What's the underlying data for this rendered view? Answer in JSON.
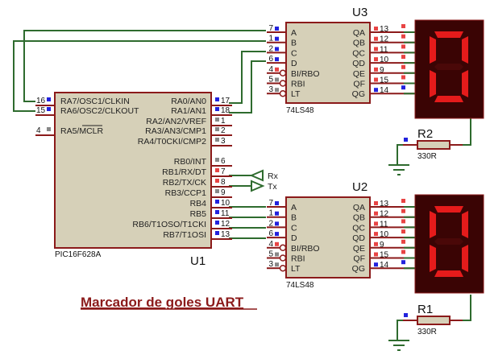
{
  "title": "Marcador de goles UART",
  "mcu": {
    "ref": "U1",
    "part": "PIC16F628A",
    "left_pins": [
      {
        "num": "16",
        "name": "RA7/OSC1/CLKIN",
        "state": "blue"
      },
      {
        "num": "15",
        "name": "RA6/OSC2/CLKOUT",
        "state": "blue"
      },
      {
        "num": "4",
        "name": "RA5/MCLR",
        "state": "gray"
      }
    ],
    "right_pins": [
      {
        "num": "17",
        "name": "RA0/AN0",
        "state": "blue"
      },
      {
        "num": "18",
        "name": "RA1/AN1",
        "state": "blue"
      },
      {
        "num": "1",
        "name": "RA2/AN2/VREF",
        "state": "gray"
      },
      {
        "num": "2",
        "name": "RA3/AN3/CMP1",
        "state": "gray"
      },
      {
        "num": "3",
        "name": "RA4/T0CKI/CMP2",
        "state": "gray"
      },
      {
        "num": "6",
        "name": "RB0/INT",
        "state": "gray"
      },
      {
        "num": "7",
        "name": "RB1/RX/DT",
        "state": "red"
      },
      {
        "num": "8",
        "name": "RB2/TX/CK",
        "state": "red"
      },
      {
        "num": "9",
        "name": "RB3/CCP1",
        "state": "gray"
      },
      {
        "num": "10",
        "name": "RB4",
        "state": "blue"
      },
      {
        "num": "11",
        "name": "RB5",
        "state": "blue"
      },
      {
        "num": "12",
        "name": "RB6/T1OSO/T1CKI",
        "state": "blue"
      },
      {
        "num": "13",
        "name": "RB7/T1OSI",
        "state": "blue"
      }
    ]
  },
  "terminals": {
    "rx": "Rx",
    "tx": "Tx"
  },
  "decoders": [
    {
      "ref": "U3",
      "part": "74LS48",
      "left_pins": [
        {
          "num": "7",
          "name": "A",
          "state": "blue"
        },
        {
          "num": "1",
          "name": "B",
          "state": "blue"
        },
        {
          "num": "2",
          "name": "C",
          "state": "blue"
        },
        {
          "num": "6",
          "name": "D",
          "state": "blue"
        },
        {
          "num": "4",
          "name": "BI/RBO",
          "state": "red"
        },
        {
          "num": "5",
          "name": "RBI",
          "state": "gray"
        },
        {
          "num": "3",
          "name": "LT",
          "state": "gray"
        }
      ],
      "right_pins": [
        {
          "num": "13",
          "name": "QA",
          "state": "red"
        },
        {
          "num": "12",
          "name": "QB",
          "state": "red"
        },
        {
          "num": "11",
          "name": "QC",
          "state": "red"
        },
        {
          "num": "10",
          "name": "QD",
          "state": "red"
        },
        {
          "num": "9",
          "name": "QE",
          "state": "red"
        },
        {
          "num": "15",
          "name": "QF",
          "state": "red"
        },
        {
          "num": "14",
          "name": "QG",
          "state": "blue"
        }
      ]
    },
    {
      "ref": "U2",
      "part": "74LS48",
      "left_pins": [
        {
          "num": "7",
          "name": "A",
          "state": "blue"
        },
        {
          "num": "1",
          "name": "B",
          "state": "blue"
        },
        {
          "num": "2",
          "name": "C",
          "state": "blue"
        },
        {
          "num": "6",
          "name": "D",
          "state": "blue"
        },
        {
          "num": "4",
          "name": "BI/RBO",
          "state": "red"
        },
        {
          "num": "5",
          "name": "RBI",
          "state": "gray"
        },
        {
          "num": "3",
          "name": "LT",
          "state": "gray"
        }
      ],
      "right_pins": [
        {
          "num": "13",
          "name": "QA",
          "state": "red"
        },
        {
          "num": "12",
          "name": "QB",
          "state": "red"
        },
        {
          "num": "11",
          "name": "QC",
          "state": "red"
        },
        {
          "num": "10",
          "name": "QD",
          "state": "red"
        },
        {
          "num": "9",
          "name": "QE",
          "state": "red"
        },
        {
          "num": "15",
          "name": "QF",
          "state": "red"
        },
        {
          "num": "14",
          "name": "QG",
          "state": "blue"
        }
      ]
    }
  ],
  "displays": [
    {
      "digit": "0",
      "segments_on": [
        "a",
        "b",
        "c",
        "d",
        "e",
        "f"
      ],
      "input_states": [
        "red",
        "red",
        "red",
        "red",
        "red",
        "red",
        "blue"
      ]
    },
    {
      "digit": "0",
      "segments_on": [
        "a",
        "b",
        "c",
        "d",
        "e",
        "f"
      ],
      "input_states": [
        "red",
        "red",
        "red",
        "red",
        "red",
        "red",
        "blue"
      ]
    }
  ],
  "resistors": [
    {
      "ref": "R2",
      "value": "330R"
    },
    {
      "ref": "R1",
      "value": "330R"
    }
  ],
  "colors": {
    "wire": "#2e6b2e",
    "pin": "#8b1a1a",
    "chip_fill": "#d6d0b8",
    "state_blue": "#2222dd",
    "state_red": "#e84444",
    "state_gray": "#888888",
    "segment_on": "#e51b1b",
    "segment_off": "#4a0808",
    "title": "#8b1a1a"
  }
}
